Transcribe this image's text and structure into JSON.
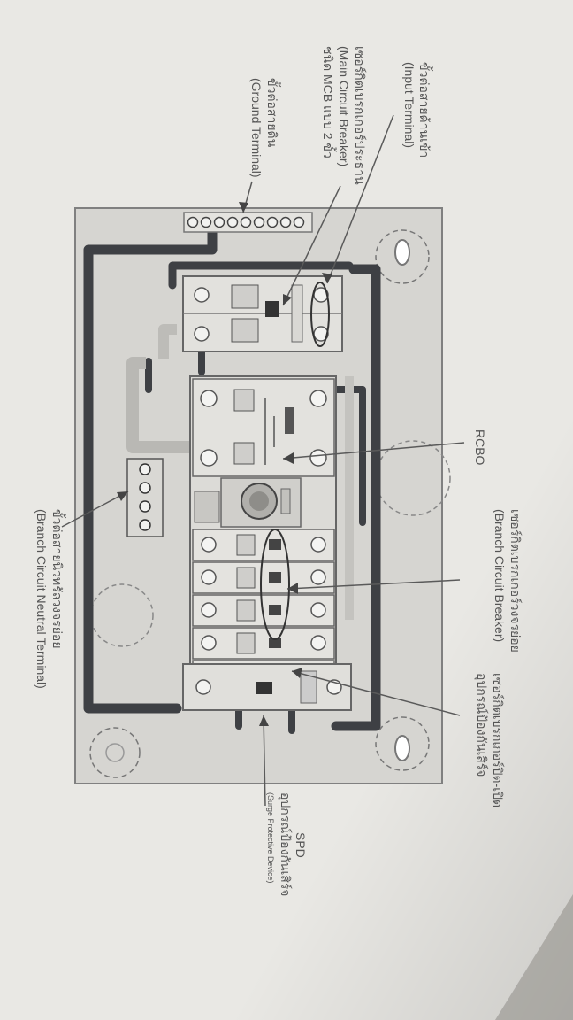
{
  "labels": {
    "input_terminal_th": "ขั้วต่อสายด้านเข้า",
    "input_terminal_en": "(Input Terminal)",
    "main_breaker_th": "เซอร์กิตเบรกเกอร์ประธาน",
    "main_breaker_en": "(Main Circuit Breaker)",
    "main_breaker_type": "ชนิด MCB แบบ 2 ขั้ว",
    "ground_terminal_th": "ขั้วต่อสายดิน",
    "ground_terminal_en": "(Ground Terminal)",
    "rcbo": "RCBO",
    "branch_breaker_th": "เซอร์กิตเบรกเกอร์วงจรย่อย",
    "branch_breaker_en": "(Branch Circuit Breaker)",
    "branch_neutral_th": "ขั้วต่อสายนิวทรัลวงจรย่อย",
    "branch_neutral_en": "(Branch Circuit Neutral Terminal)",
    "onoff_breaker_th1": "เซอร์กิตเบรกเกอร์ปิด-เปิด",
    "onoff_breaker_th2": "อุปกรณ์ป้องกันเสิร์จ",
    "spd": "SPD",
    "spd_th": "อุปกรณ์ป้องกันเสิร์จ",
    "spd_en": "(Surge Protective Device)"
  },
  "colors": {
    "paper": "#e9e8e4",
    "panel": "#d6d5d1",
    "cable": "#3e4044",
    "ink": "#555555"
  }
}
